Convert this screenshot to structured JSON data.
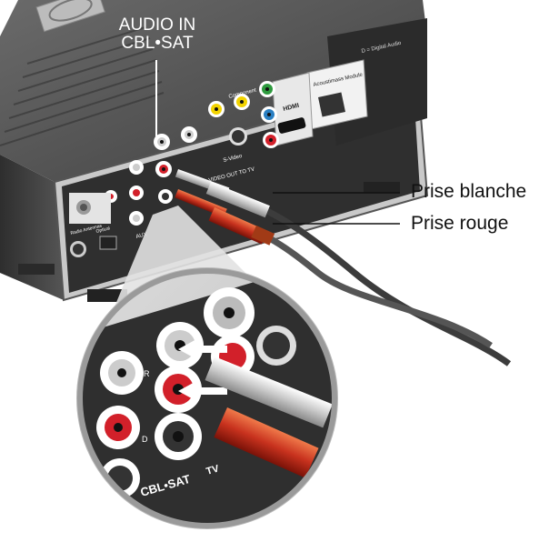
{
  "callouts": {
    "audio_in_line1": "AUDIO IN",
    "audio_in_line2": "CBL•SAT",
    "white_plug": "Prise blanche",
    "red_plug": "Prise rouge"
  },
  "panel_labels": {
    "component": "Component",
    "hdmi": "HDMI",
    "s_video": "S-Video",
    "video_out_to_tv": "VIDEO OUT TO TV",
    "acoustimass_module": "Acoustimass Module",
    "digital_audio": "D = Digital Audio",
    "radio_antennas": "Radio Antennas",
    "optical": "Optical",
    "aux": "AUX",
    "cbl_sat": "CBL•SAT",
    "tv": "TV",
    "r": "R",
    "d": "D"
  },
  "colors": {
    "panel_dark": "#3a3a3a",
    "panel_mid": "#5a5a5a",
    "jack_red": "#d2202a",
    "jack_yellow": "#f2d300",
    "jack_green": "#2e9a3e",
    "jack_blue": "#2a7fc2",
    "cable": "#444444"
  }
}
